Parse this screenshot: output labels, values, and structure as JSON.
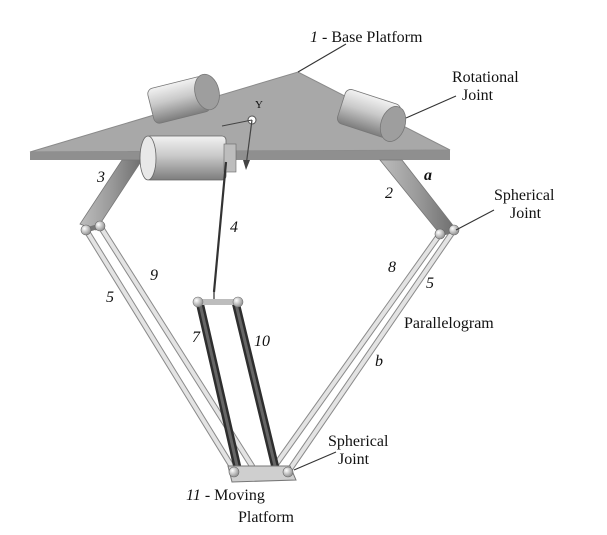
{
  "labels": {
    "base_platform_num": "1",
    "base_platform": " - Base Platform",
    "rotational_joint_1": "Rotational",
    "rotational_joint_2": "Joint",
    "spherical_joint_top_1": "Spherical",
    "spherical_joint_top_2": "Joint",
    "parallelogram": "Parallelogram",
    "spherical_joint_bottom_1": "Spherical",
    "spherical_joint_bottom_2": "Joint",
    "moving_platform_num": "11",
    "moving_platform_1": " - Moving",
    "moving_platform_2": "Platform",
    "axis_y": "Y"
  },
  "numbers": {
    "n2": "2",
    "n3": "3",
    "n4": "4",
    "n5_left": "5",
    "n5_right": "5",
    "n7": "7",
    "n8": "8",
    "n9": "9",
    "n10": "10",
    "a": "a",
    "b": "b"
  },
  "colors": {
    "platform": "#a9a9a9",
    "platform_edge": "#8a8a8a",
    "link_light": "#d8d8d8",
    "link_dark": "#4a4a4a",
    "motor": "#c8c8c8"
  }
}
